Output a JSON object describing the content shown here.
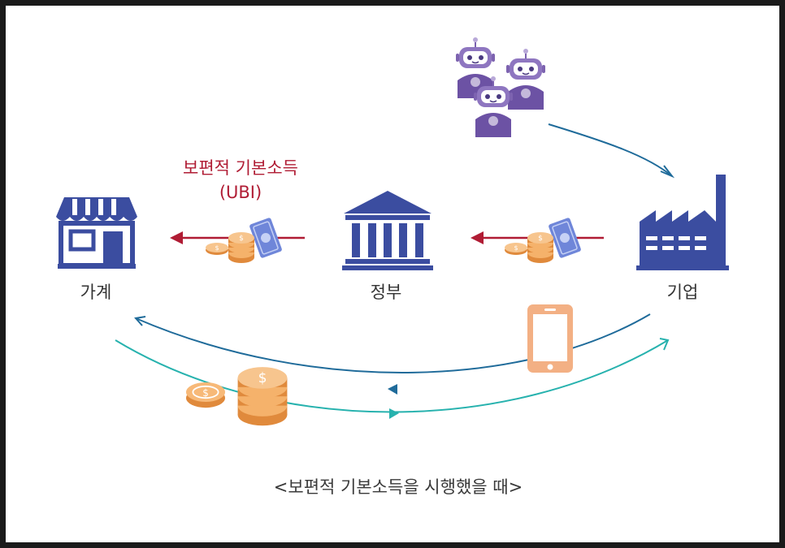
{
  "nodes": {
    "household": "가계",
    "government": "정부",
    "company": "기업"
  },
  "ubi": {
    "line1": "보편적 기본소득",
    "line2": "(UBI)"
  },
  "caption": "<보편적 기본소득을 시행했을 때>",
  "colors": {
    "navy": "#3b4da0",
    "red_arrow": "#b01c34",
    "blue_flow": "#1f6b9a",
    "teal_flow": "#27b2ae",
    "coin": "#f0a35a",
    "robot": "#7d63b0",
    "phone": "#f3b084",
    "banknote": "#6f86d9"
  }
}
